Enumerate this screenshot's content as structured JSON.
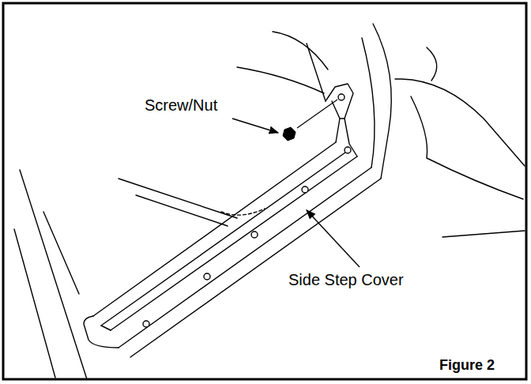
{
  "diagram": {
    "labels": [
      "Screw/Nut",
      "Side Step Cover",
      "Figure 2"
    ]
  }
}
